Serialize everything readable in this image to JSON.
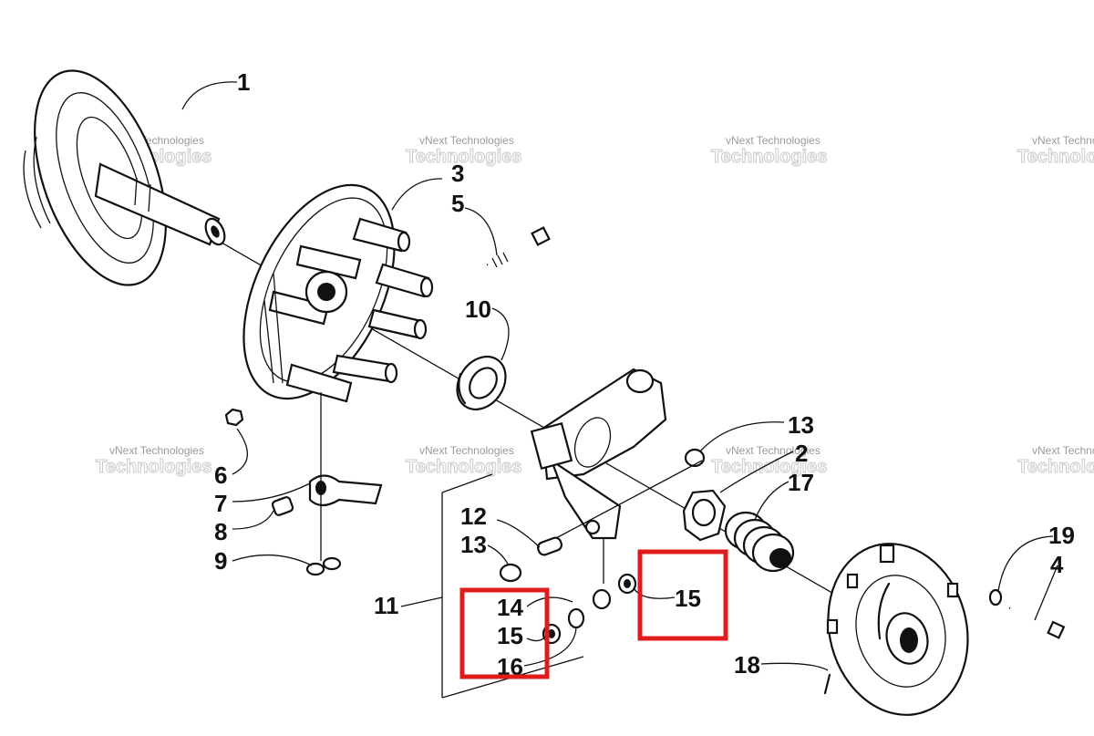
{
  "watermark": {
    "line1": "vNext Technologies",
    "line2": "Technologies"
  },
  "callouts": [
    "1",
    "3",
    "5",
    "10",
    "6",
    "7",
    "8",
    "9",
    "11",
    "12",
    "13",
    "14",
    "15",
    "16",
    "15",
    "13",
    "2",
    "17",
    "19",
    "4",
    "18"
  ],
  "highlight_color": "#e01b1b",
  "ink_color": "#111111"
}
